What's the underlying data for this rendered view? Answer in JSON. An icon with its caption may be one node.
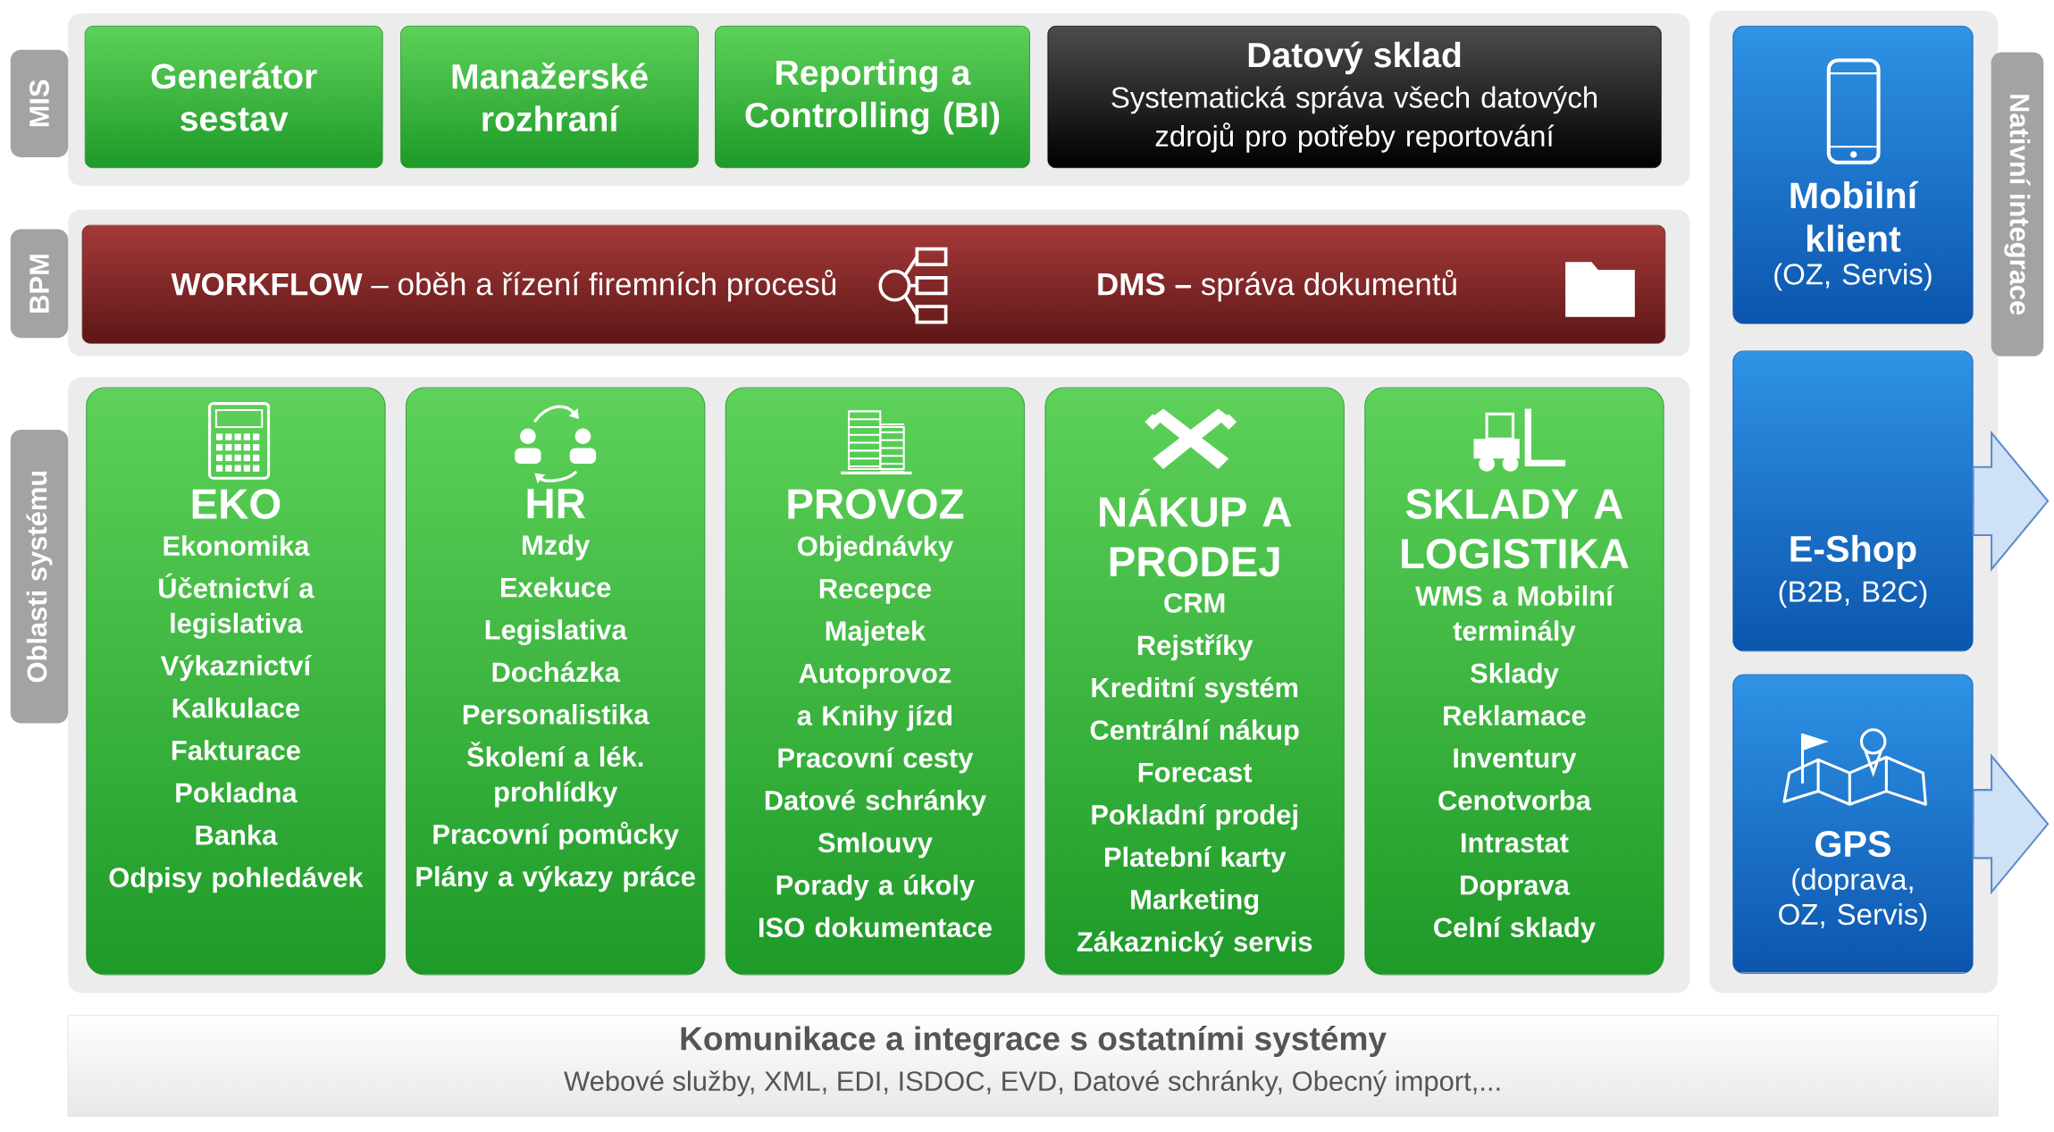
{
  "diagram": {
    "nodes": [
      {
        "text": [
          "MIS"
        ]
      },
      {
        "text": [
          "Generátor sestav"
        ]
      },
      {
        "text": [
          "Manažerské rozhraní"
        ]
      },
      {
        "text": [
          "Reporting a Controlling (BI)"
        ]
      },
      {
        "text": [
          "Datový sklad",
          "Systematická správa všech datových zdrojů pro potřeby reportování"
        ]
      },
      {
        "text": [
          "BPM"
        ]
      },
      {
        "text": [
          "**WORKFLOW** – oběh a řízení firemních procesů",
          "**DMS –** správa dokumentů"
        ]
      },
      {
        "text": [
          "Oblasti systému"
        ]
      },
      {
        "text": [
          "EKO",
          "Ekonomika",
          "Účetnictví a legislativa",
          "Výkaznictví",
          "Kalkulace",
          "Fakturace",
          "Pokladna",
          "Banka",
          "Odpisy pohledávek"
        ]
      },
      {
        "text": [
          "HR",
          "Mzdy",
          "Exekuce",
          "Legislativa",
          "Docházka",
          "Personalistika",
          "Školení a lék. prohlídky",
          "Pracovní pomůcky",
          "Plány a výkazy práce"
        ]
      },
      {
        "text": [
          "PROVOZ",
          "Objednávky",
          "Recepce",
          "Majetek",
          "Autoprovoz",
          "a Knihy jízd",
          "Pracovní cesty",
          "Datové schránky",
          "Smlouvy",
          "Porady a úkoly",
          "ISO dokumentace"
        ]
      },
      {
        "text": [
          "NÁKUP A PRODEJ",
          "CRM",
          "Rejstříky",
          "Kreditní systém",
          "Centrální nákup",
          "Forecast",
          "Pokladní prodej",
          "Platební karty",
          "Marketing",
          "Zákaznický servis"
        ]
      },
      {
        "text": [
          "SKLADY A LOGISTIKA",
          "WMS a Mobilní terminály",
          "Sklady",
          "Reklamace",
          "Inventury",
          "Cenotvorba",
          "Intrastat",
          "Doprava",
          "Celní sklady"
        ]
      },
      {
        "text": [
          "Mobilní klient",
          "(OZ, Servis)"
        ]
      },
      {
        "text": [
          "E-Shop",
          "(B2B, B2C)"
        ]
      },
      {
        "text": [
          "GPS",
          "(doprava, OZ, Servis)"
        ]
      },
      {
        "text": [
          "Nativní integrace"
        ]
      },
      {
        "text": [
          "Komunikace a integrace s ostatními systémy",
          "Webové služby, XML, EDI, ISDOC, EVD, Datové schránky, Obecný import,..."
        ]
      }
    ],
    "edges": [
      {
        "from": 14,
        "to": null,
        "arrow": "to"
      },
      {
        "from": 15,
        "to": null,
        "arrow": "to"
      }
    ]
  }
}
